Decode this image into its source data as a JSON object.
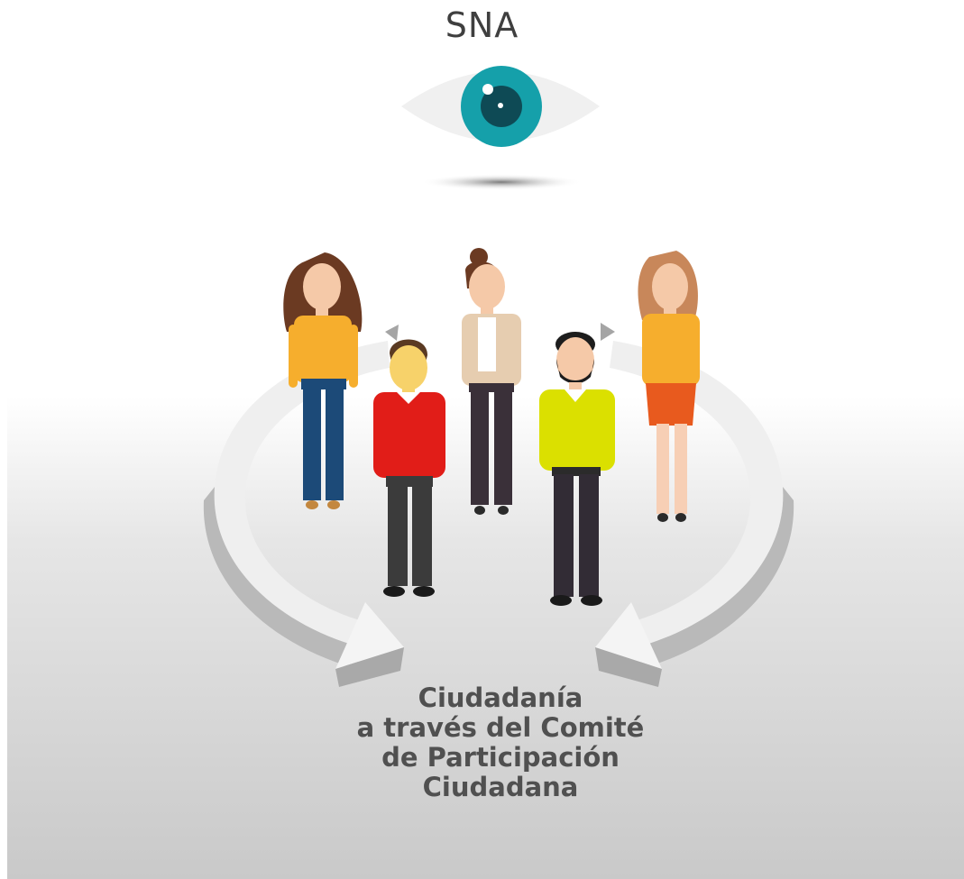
{
  "header": {
    "title": "SNA"
  },
  "caption": {
    "lines": [
      "Ciudadanía",
      "a través del Comité",
      "de Participación",
      "Ciudadana"
    ]
  },
  "icons": [
    "eye-icon",
    "circular-arrows-icon",
    "person-icons"
  ],
  "colors": {
    "iris": "#15a0aa",
    "pupil": "#0e4a55",
    "text": "#505050",
    "arrow": "#f4f4f4",
    "arrow_side": "#b5b5b5"
  }
}
